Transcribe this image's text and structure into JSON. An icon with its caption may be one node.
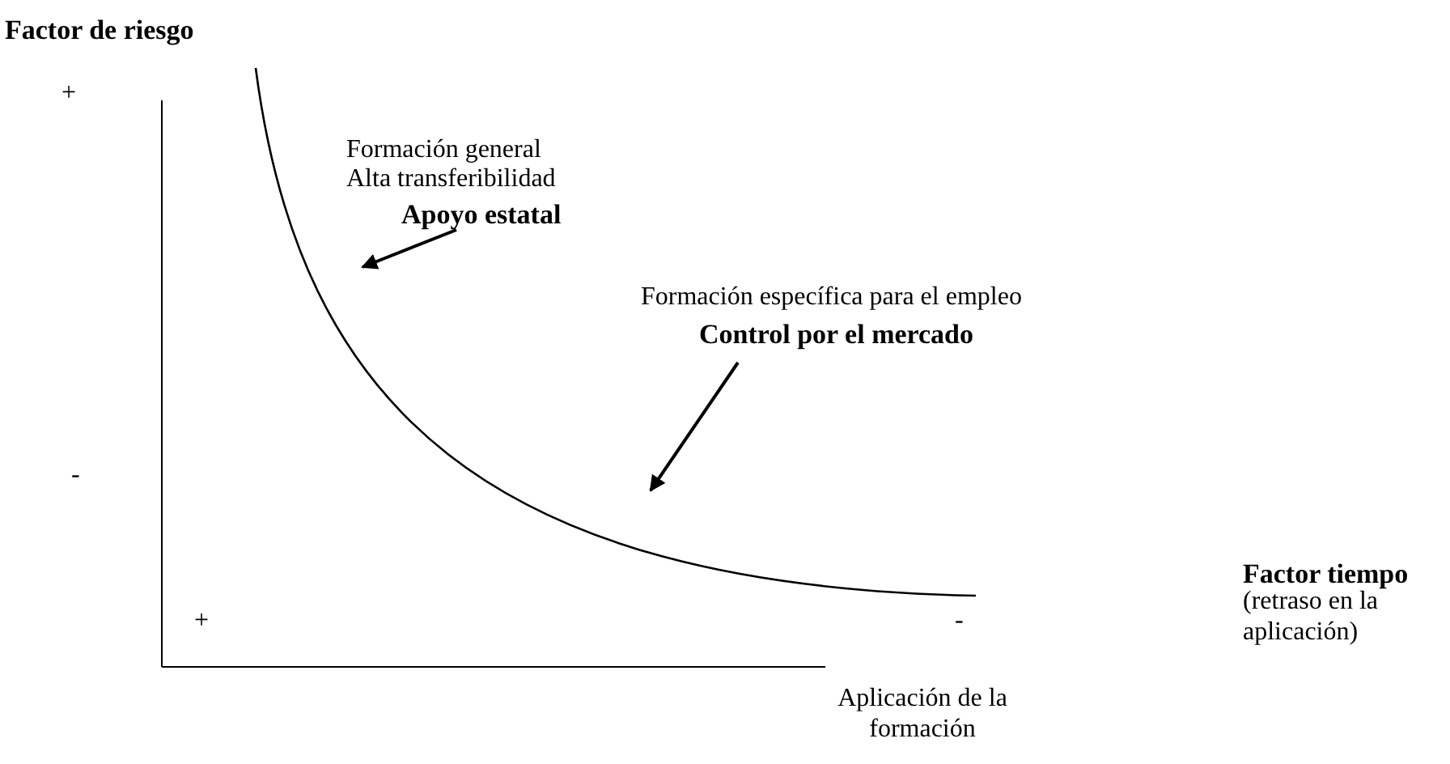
{
  "diagram": {
    "nodes": [
      {
        "text": [
          "Formación general Alta transferibilidad",
          "Apoyo estatal"
        ]
      },
      {
        "text": [
          "Formación específica para el empleo",
          "Control por el mercado"
        ]
      }
    ],
    "edges": [
      {
        "from": 0,
        "to": null,
        "arrow": "to"
      },
      {
        "from": 1,
        "to": null,
        "arrow": "to"
      }
    ],
    "labels": [
      "Factor de riesgo",
      "+",
      "-",
      "+",
      "-",
      "Factor tiempo",
      "(retraso en la aplicación)",
      "Aplicación de la formación"
    ]
  }
}
